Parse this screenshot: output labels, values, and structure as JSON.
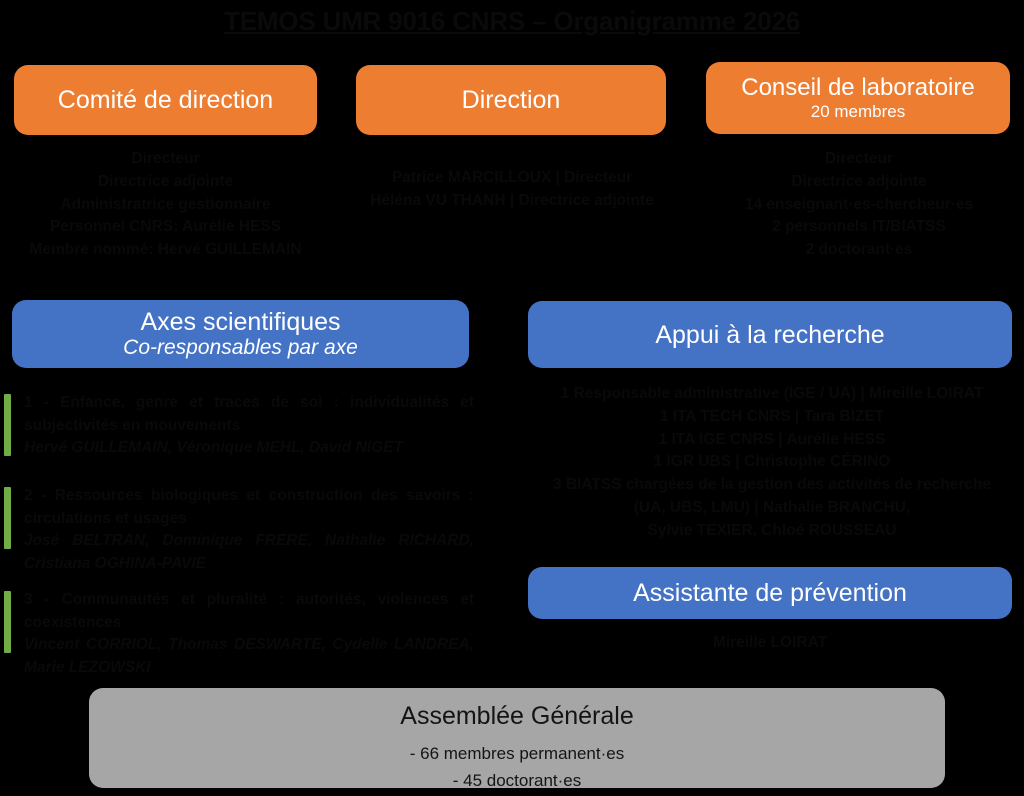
{
  "page": {
    "title": "TEMOS UMR 9016 CNRS – Organigramme 2026",
    "background": "#000000",
    "colors": {
      "orange": "#ED7D31",
      "blue": "#4472C4",
      "grey": "#A6A6A6",
      "green_accent": "#70AD47",
      "dark_text": "#090909"
    }
  },
  "comite_direction": {
    "box_label": "Comité de direction",
    "lines": [
      "Directeur",
      "Directrice adjointe",
      "Administratrice gestionnaire",
      "Personnel CNRS: Aurélie HESS",
      "Membre nommé: Hervé GUILLEMAIN"
    ]
  },
  "direction": {
    "box_label": "Direction",
    "lines": [
      "Patrice MARCILLOUX | Directeur",
      "Héléna VU THANH | Directrice adjointe"
    ]
  },
  "conseil_laboratoire": {
    "box_label": "Conseil de laboratoire",
    "box_sub": "20 membres",
    "lines": [
      "Directeur",
      "Directrice adjointe",
      "14 enseignant·es-chercheur·es",
      "2 personnels IT/BIATSS",
      "2 doctorant·es"
    ]
  },
  "axes_scientifiques": {
    "box_label": "Axes scientifiques",
    "box_sub": "Co-responsables par axe",
    "axes": [
      {
        "number": "1",
        "heading": "1 - Enfance, genre et traces de soi : individualités et subjectivités en mouvements",
        "names": "Hervé GUILLEMAIN, Véronique MEHL, David NIGET"
      },
      {
        "number": "2",
        "heading": "2 - Ressources biologiques et construction des savoirs : circulations et usages",
        "names": "José BELTRAN, Dominique FRERE, Nathalie RICHARD, Cristiana OGHINA-PAVIE"
      },
      {
        "number": "3",
        "heading": "3 - Communautés et pluralité : autorités, violences et coexistences",
        "names": "Vincent CORRIOL, Thomas DESWARTE, Cydelle LANDREA, Marie LEZOWSKI"
      }
    ]
  },
  "appui_recherche": {
    "box_label": "Appui à la recherche",
    "lines": [
      "1 Responsable administrative (IGE / UA) | Mireille LOIRAT",
      "1 ITA TECH CNRS | Tara BIZET",
      "1 ITA IGE CNRS | Aurélie HESS",
      "1 IGR UBS | Christophe CÉRINO",
      "3 BIATSS chargées de la gestion des activités de recherche",
      "(UA, UBS, LMU) | Nathalie BRANCHU,",
      "Sylvie TEXIER, Chloé ROUSSEAU"
    ]
  },
  "assistante_prevention": {
    "box_label": "Assistante de prévention",
    "name": "Mireille LOIRAT"
  },
  "assemblee_generale": {
    "box_label": "Assemblée Générale",
    "lines": [
      "- 66 membres permanent·es",
      "- 45 doctorant·es"
    ]
  }
}
